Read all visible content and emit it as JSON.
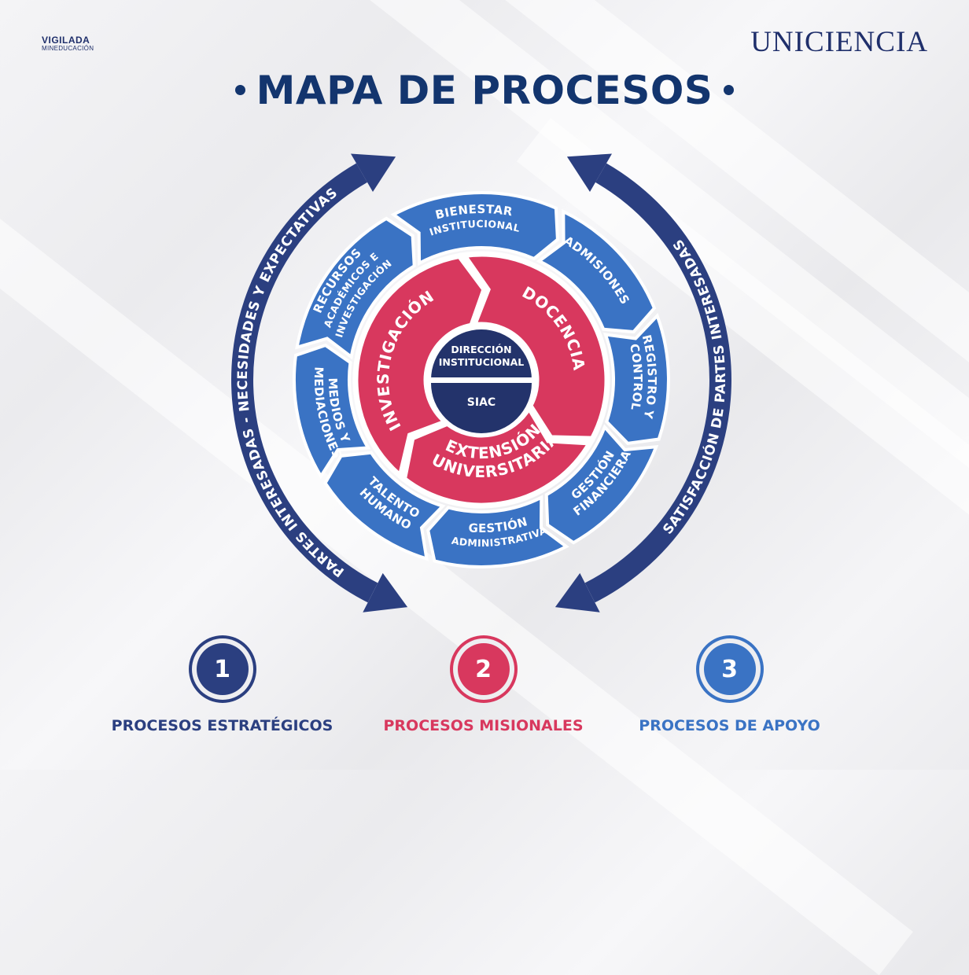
{
  "header": {
    "logo_left_line1": "VIGILADA",
    "logo_left_line2": "MINEDUCACIÓN",
    "brand": "UNICIENCIA",
    "title": "MAPA DE PROCESOS"
  },
  "colors": {
    "strategic": "#2b3f80",
    "missional": "#d8385e",
    "support": "#3a73c4",
    "core_text": "#23336b"
  },
  "diagram": {
    "left_arc_label": "PARTES INTERESADAS - NECESIDADES Y EXPECTATIVAS",
    "right_arc_label": "SATISFACCIÓN DE PARTES INTERESADAS",
    "center_top": [
      "DIRECCIÓN",
      "INSTITUCIONAL"
    ],
    "center_bottom": "SIAC",
    "missional": [
      {
        "label": [
          "INVESTIGACIÓN"
        ]
      },
      {
        "label": [
          "DOCENCIA"
        ]
      },
      {
        "label": [
          "EXTENSIÓN",
          "UNIVERSITARIA"
        ]
      }
    ],
    "support": [
      {
        "label": [
          "BIENESTAR",
          "INSTITUCIONAL"
        ]
      },
      {
        "label": [
          "ADMISIONES"
        ]
      },
      {
        "label": [
          "REGISTRO Y",
          "CONTROL"
        ]
      },
      {
        "label": [
          "GESTIÓN",
          "FINANCIERA"
        ]
      },
      {
        "label": [
          "GESTIÓN",
          "ADMINISTRATIVA"
        ]
      },
      {
        "label": [
          "TALENTO",
          "HUMANO"
        ]
      },
      {
        "label": [
          "MEDIOS Y",
          "MEDIACIONES"
        ]
      },
      {
        "label": [
          "RECURSOS",
          "ACADÉMICOS E",
          "INVESTIGACIÓN"
        ]
      }
    ]
  },
  "legend": [
    {
      "number": "1",
      "label": "PROCESOS ESTRATÉGICOS",
      "color": "#2b3f80"
    },
    {
      "number": "2",
      "label": "PROCESOS MISIONALES",
      "color": "#d8385e"
    },
    {
      "number": "3",
      "label": "PROCESOS DE APOYO",
      "color": "#3a73c4"
    }
  ]
}
